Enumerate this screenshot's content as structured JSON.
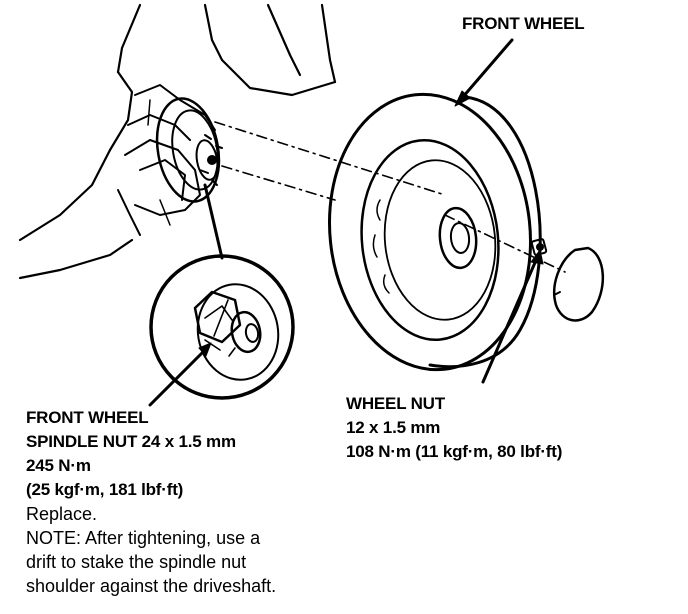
{
  "labels": {
    "front_wheel": "FRONT WHEEL",
    "wheel_nut": {
      "title": "WHEEL NUT",
      "size": "12 x 1.5 mm",
      "torque": "108 N·m (11 kgf·m, 80 lbf·ft)"
    },
    "spindle_nut": {
      "title": "FRONT WHEEL",
      "size": "SPINDLE NUT 24 x 1.5 mm",
      "torque": "245 N·m",
      "torque_alt": "(25 kgf·m, 181 lbf·ft)",
      "replace": "Replace.",
      "note_1": "NOTE:  After tightening, use a",
      "note_2": "drift to stake the spindle nut",
      "note_3": "shoulder against the driveshaft."
    }
  },
  "colors": {
    "ink": "#000000",
    "paper": "#ffffff"
  }
}
